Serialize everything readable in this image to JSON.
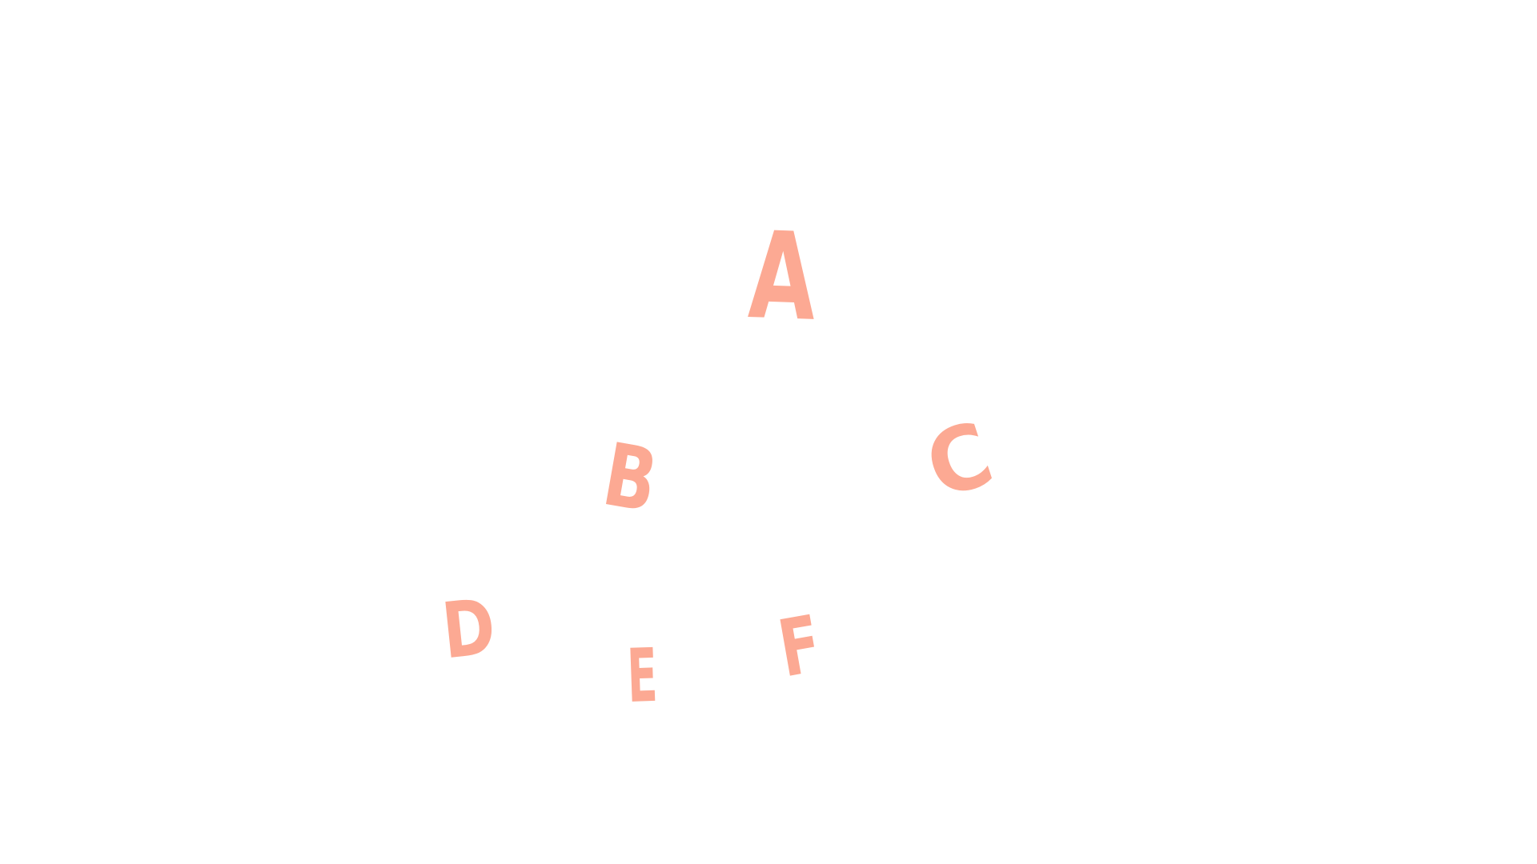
{
  "canvas": {
    "background_color": "#ffffff",
    "letter_color": "#fca993"
  },
  "letters": {
    "a": "A",
    "b": "B",
    "c": "C",
    "d": "D",
    "e": "E",
    "f": "F"
  }
}
